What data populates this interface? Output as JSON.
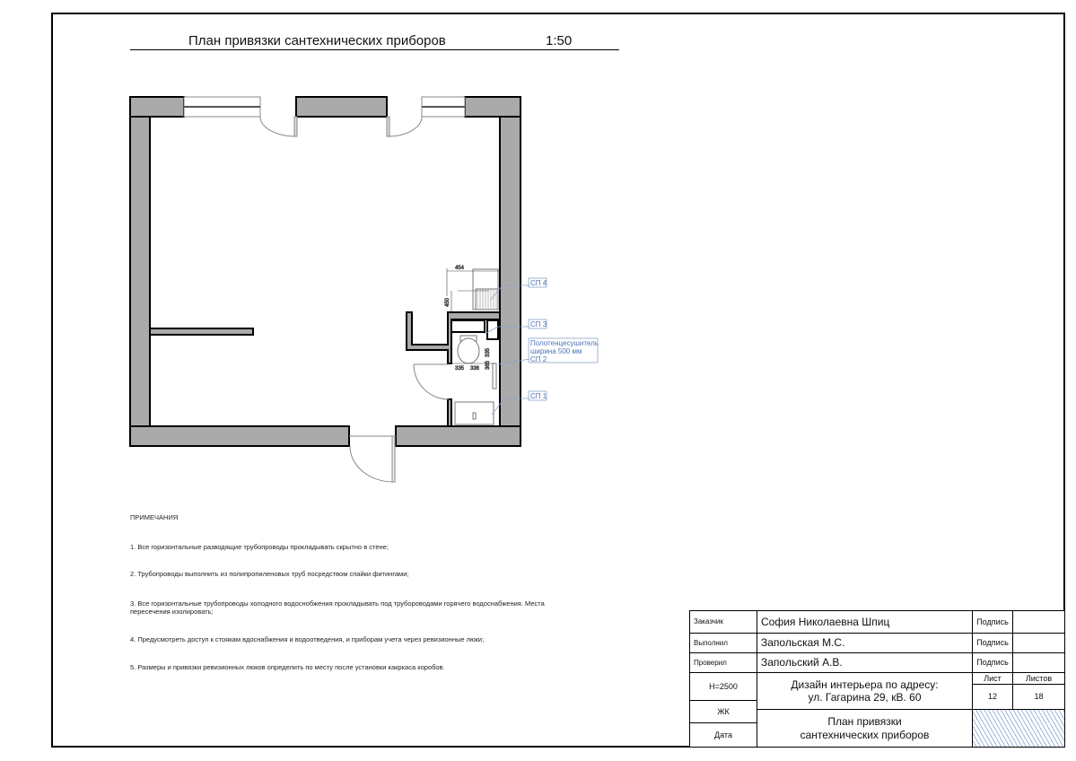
{
  "drawing": {
    "title": "План привязки сантехнических приборов",
    "scale": "1:50",
    "dimensions": {
      "width_dim": "454",
      "height_dim": "450",
      "toilet_left": "335",
      "toilet_right": "336",
      "toilet_v1": "335",
      "toilet_v2": "365"
    },
    "labels": {
      "sp4": "СП 4",
      "sp3": "СП 3",
      "towel_line1": "Полотенцесушитель",
      "towel_line2": "ширина 500 мм",
      "towel_line3": "СП 2",
      "sp1": "СП 1"
    },
    "colors": {
      "wall": "#aaaaaa",
      "label": "#4a74b8"
    }
  },
  "notes": {
    "heading": "ПРИМЕЧАНИЯ",
    "items": [
      "1.  Все горизонтальные разводящие трубопроводы прокладывать скрытно в стене;",
      "2. Трубопроводы выполнить из полипропиленовых труб посредством спайки фитингами;",
      "3. Все горизонтальные трубопроводы холодного водоснобжения прокладывать под трубороводами горячего водоснабжения. Места",
      "пересечения изолировать;",
      "4. Предусмотреть доступ к стоякам вдоснабжения и водоотведения, и приборам учета через ревизионные люки;",
      "5. Размеры и привязки ревизионных люков определить по месту после установки какркаса коробов."
    ]
  },
  "title_block": {
    "customer_label": "Заказчик",
    "customer": "София Николаевна Шпиц",
    "performer_label": "Выполнил",
    "performer": "Запольская М.С.",
    "checker_label": "Проверил",
    "checker": "Запольский А.В.",
    "signature": "Подпись",
    "height": "Н=2500",
    "project": "Дизайн интерьера по адресу: ул. Гагарина 29, кВ. 60",
    "complex": "ЖК",
    "date_label": "Дата",
    "sheet_title": "План привязки сантехнических приборов",
    "sheet_label": "Лист",
    "sheets_label": "Листов",
    "sheet": "12",
    "sheets": "18"
  }
}
